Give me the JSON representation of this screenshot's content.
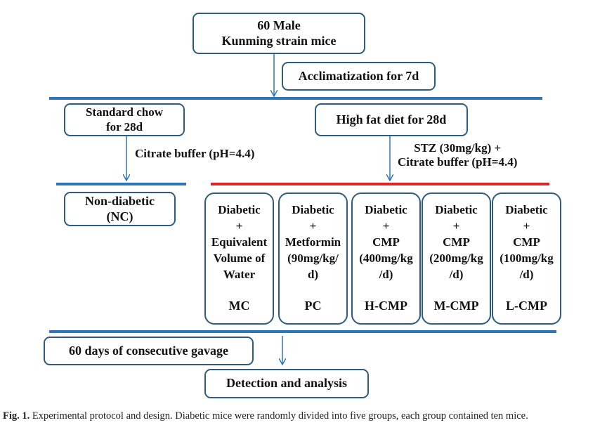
{
  "start": {
    "line1": "60 Male",
    "line2": "Kunming strain mice"
  },
  "acclimatization": "Acclimatization for 7d",
  "standard_chow": {
    "line1": "Standard chow",
    "line2": "for 28d"
  },
  "high_fat": "High fat diet for 28d",
  "citrate_left": "Citrate buffer (pH=4.4)",
  "stz": {
    "line1": "STZ (30mg/kg) +",
    "line2": "Citrate buffer (pH=4.4)"
  },
  "non_diabetic": {
    "line1": "Non-diabetic",
    "line2": "(NC)"
  },
  "groups": [
    {
      "lines": [
        "Diabetic",
        "+",
        "Equivalent",
        "Volume of",
        "Water"
      ],
      "code": "MC"
    },
    {
      "lines": [
        "Diabetic",
        "+",
        "Metformin",
        "(90mg/kg/",
        "d)"
      ],
      "code": "PC"
    },
    {
      "lines": [
        "Diabetic",
        "+",
        "CMP",
        "(400mg/kg",
        "/d)"
      ],
      "code": "H-CMP"
    },
    {
      "lines": [
        "Diabetic",
        "+",
        "CMP",
        "(200mg/kg",
        "/d)"
      ],
      "code": "M-CMP"
    },
    {
      "lines": [
        "Diabetic",
        "+",
        "CMP",
        "(100mg/kg",
        "/d)"
      ],
      "code": "L-CMP"
    }
  ],
  "gavage": "60 days of consecutive gavage",
  "detection": "Detection and analysis",
  "caption": {
    "label": "Fig. 1.",
    "text": "Experimental protocol and design. Diabetic mice were randomly divided into five groups, each group contained ten mice."
  },
  "colors": {
    "line": "#2e75b6",
    "box_border": "#2e5b7e",
    "red_line": "#d9262a"
  }
}
